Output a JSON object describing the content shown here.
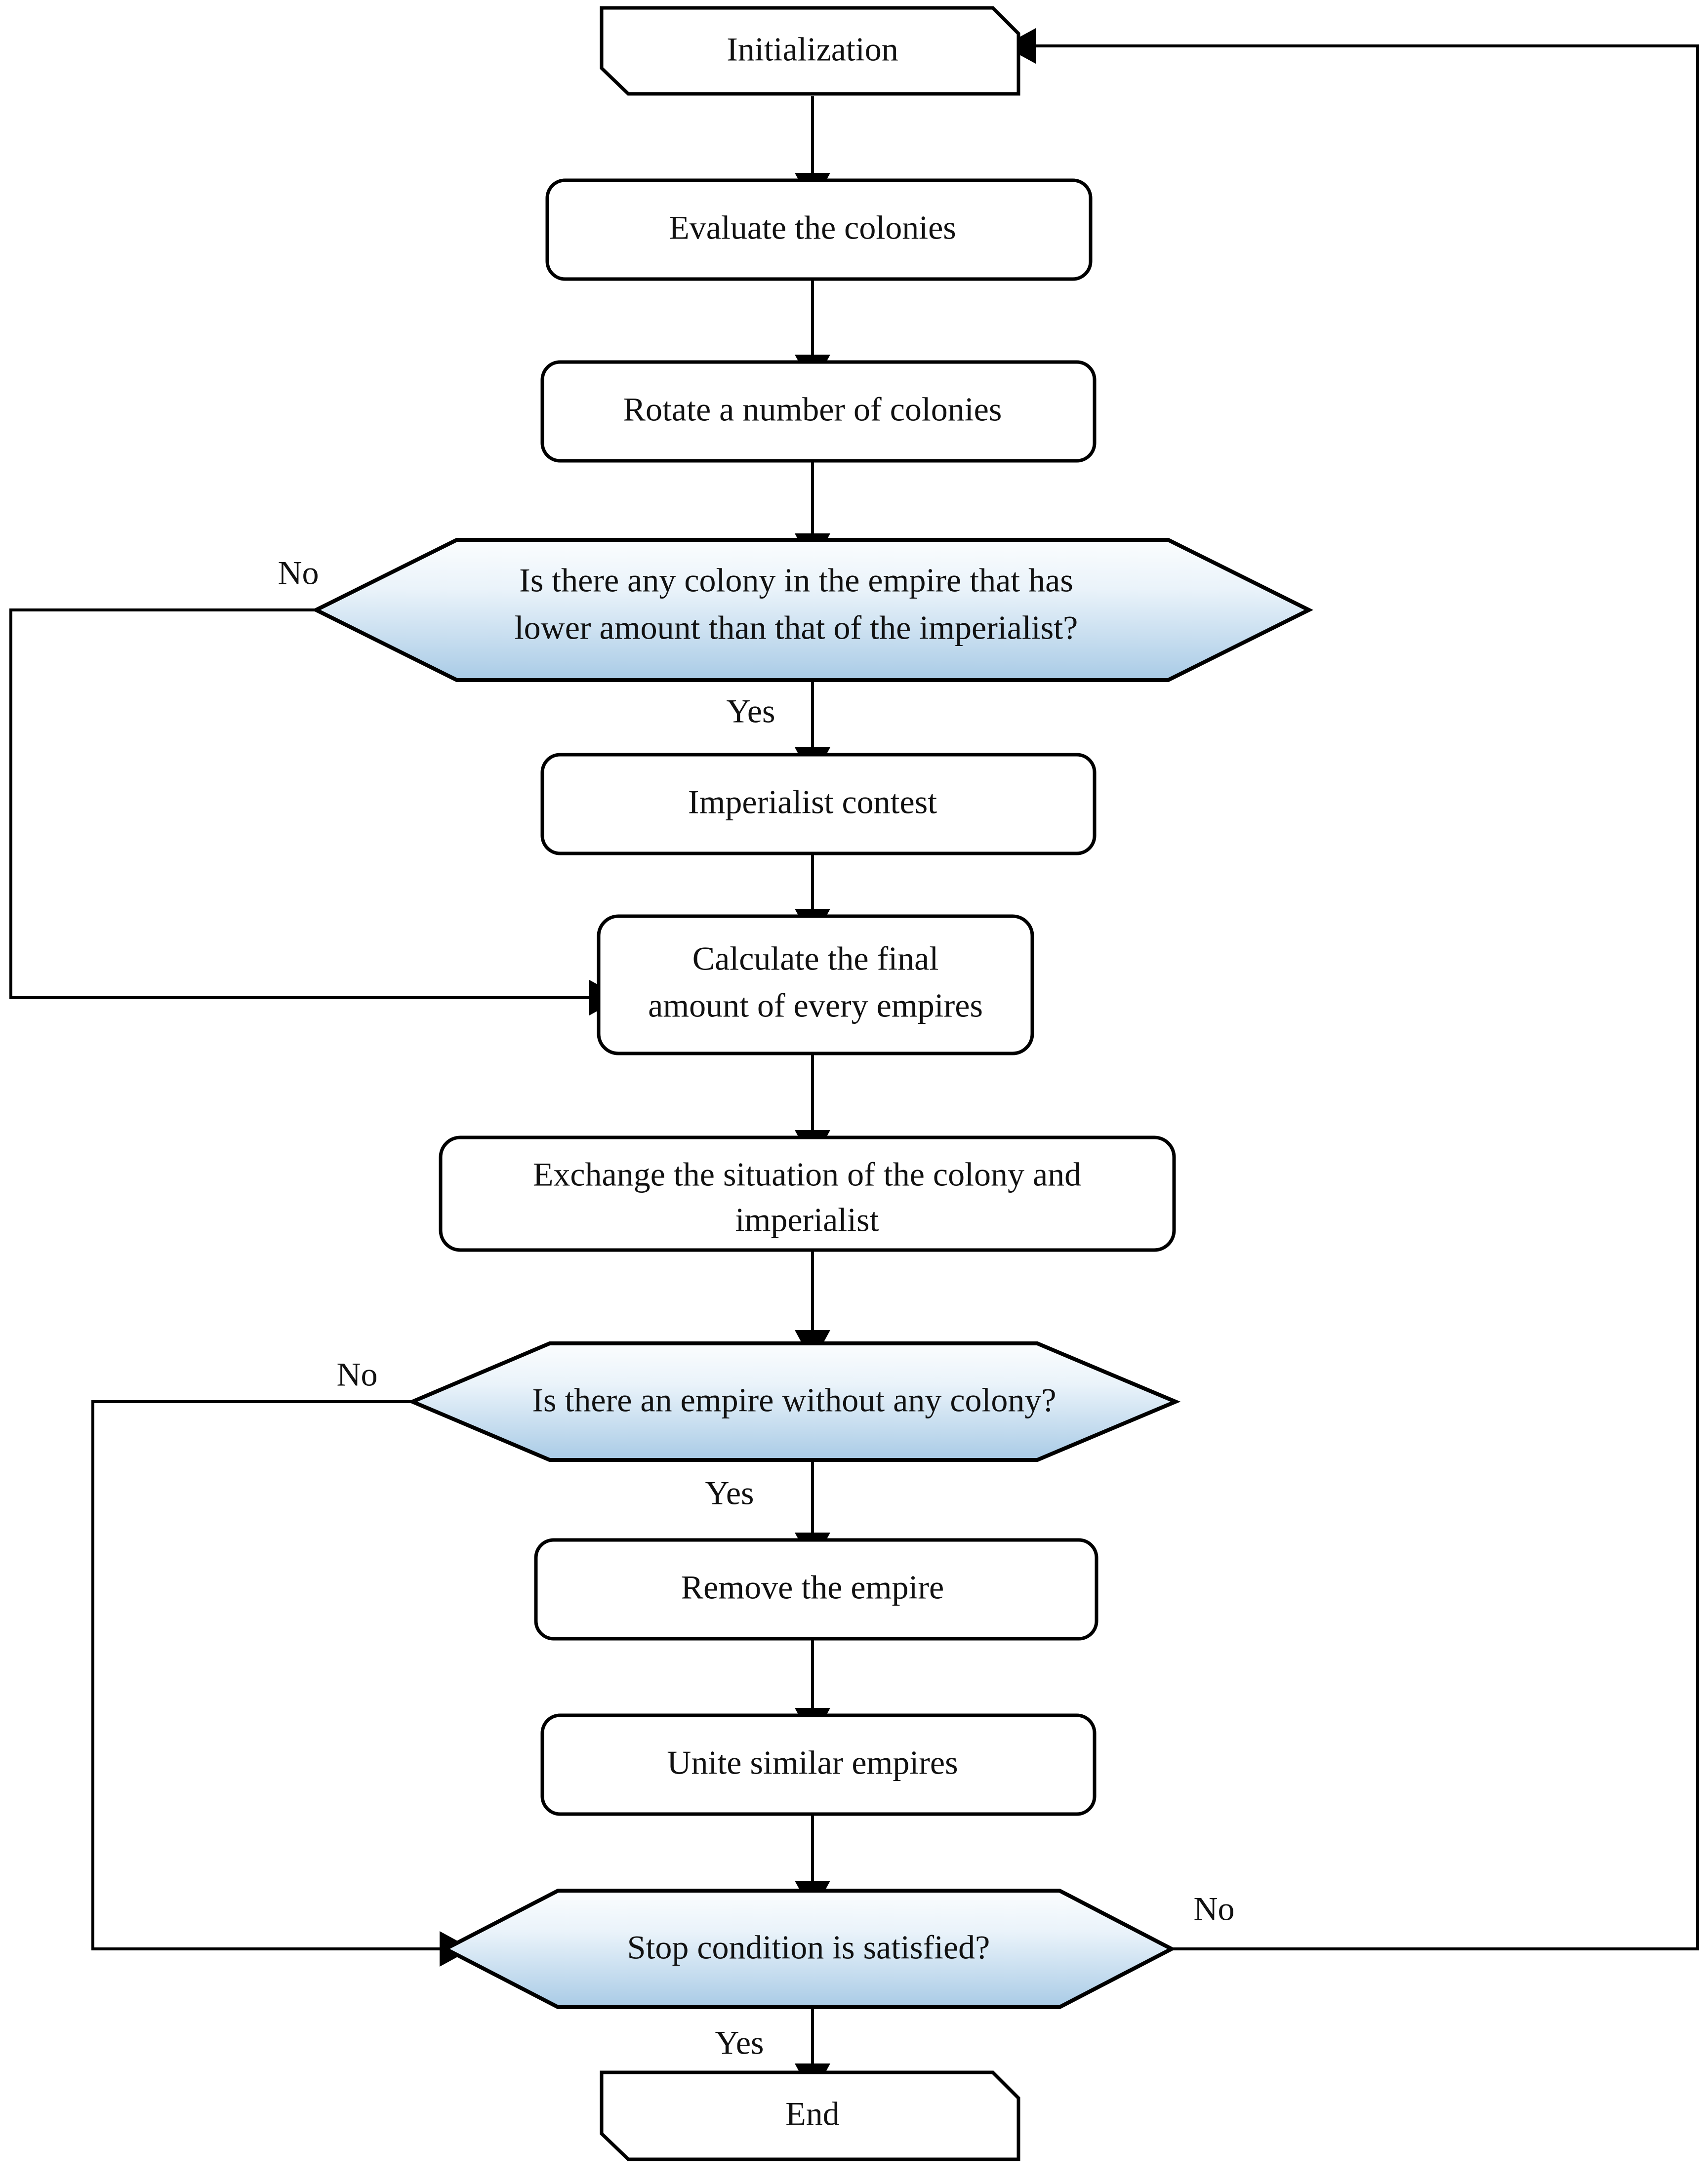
{
  "diagram": {
    "title": "Imperialist Competitive Algorithm Flowchart",
    "type": "flowchart",
    "colors": {
      "decision_fill_top": "#fbfdfe",
      "decision_fill_bottom": "#a9cbe6",
      "node_fill": "#ffffff",
      "stroke": "#000000",
      "text": "#111111"
    },
    "nodes": [
      {
        "id": "start",
        "shape": "terminator",
        "label": "Initialization"
      },
      {
        "id": "evaluate",
        "shape": "process",
        "label": "Evaluate the colonies"
      },
      {
        "id": "rotate",
        "shape": "process",
        "label": "Rotate a number of colonies"
      },
      {
        "id": "dec1",
        "shape": "decision",
        "label_line1": "Is there any colony in the empire that has",
        "label_line2": "lower amount than that of the imperialist?"
      },
      {
        "id": "contest",
        "shape": "process",
        "label": "Imperialist contest"
      },
      {
        "id": "calculate",
        "shape": "process",
        "label_line1": "Calculate the final",
        "label_line2": "amount of every empires"
      },
      {
        "id": "exchange",
        "shape": "process",
        "label_line1": "Exchange the situation of the colony and",
        "label_line2": "imperialist"
      },
      {
        "id": "dec2",
        "shape": "decision",
        "label": "Is there an empire without any colony?"
      },
      {
        "id": "remove",
        "shape": "process",
        "label": "Remove the empire"
      },
      {
        "id": "unite",
        "shape": "process",
        "label": "Unite similar empires"
      },
      {
        "id": "dec3",
        "shape": "decision",
        "label": "Stop condition is satisfied?"
      },
      {
        "id": "end",
        "shape": "terminator",
        "label": "End"
      }
    ],
    "edge_labels": {
      "dec1_no": "No",
      "dec1_yes": "Yes",
      "dec2_no": "No",
      "dec2_yes": "Yes",
      "dec3_no": "No",
      "dec3_yes": "Yes"
    },
    "edges": [
      {
        "from": "start",
        "to": "evaluate",
        "label": ""
      },
      {
        "from": "evaluate",
        "to": "rotate",
        "label": ""
      },
      {
        "from": "rotate",
        "to": "dec1",
        "label": ""
      },
      {
        "from": "dec1",
        "to": "contest",
        "label": "Yes"
      },
      {
        "from": "dec1",
        "to": "calculate",
        "label": "No"
      },
      {
        "from": "contest",
        "to": "calculate",
        "label": ""
      },
      {
        "from": "calculate",
        "to": "exchange",
        "label": ""
      },
      {
        "from": "exchange",
        "to": "dec2",
        "label": ""
      },
      {
        "from": "dec2",
        "to": "remove",
        "label": "Yes"
      },
      {
        "from": "dec2",
        "to": "dec3",
        "label": "No"
      },
      {
        "from": "remove",
        "to": "unite",
        "label": ""
      },
      {
        "from": "unite",
        "to": "dec3",
        "label": ""
      },
      {
        "from": "dec3",
        "to": "end",
        "label": "Yes"
      },
      {
        "from": "dec3",
        "to": "start",
        "label": "No"
      }
    ]
  }
}
